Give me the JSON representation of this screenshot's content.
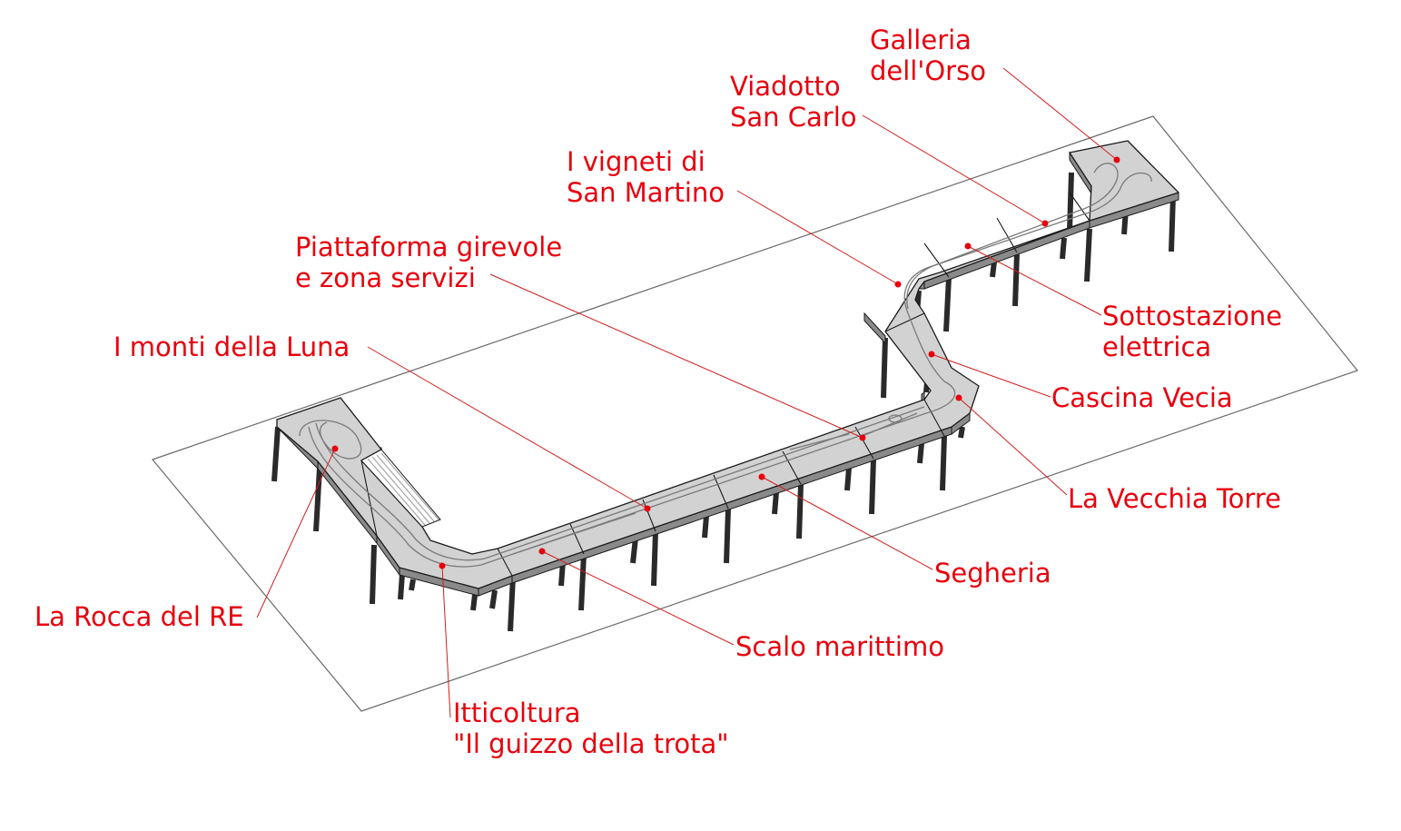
{
  "labels": {
    "galleria": [
      "Galleria",
      "dell'Orso"
    ],
    "viadotto": [
      "Viadotto",
      "San Carlo"
    ],
    "vigneti": [
      "I vigneti di",
      "San Martino"
    ],
    "piattaforma": [
      "Piattaforma girevole",
      "e zona servizi"
    ],
    "monti": [
      "I monti della Luna"
    ],
    "sottostazione": [
      "Sottostazione",
      "elettrica"
    ],
    "cascina": [
      "Cascina Vecia"
    ],
    "torre": [
      "La Vecchia Torre"
    ],
    "segheria": [
      "Segheria"
    ],
    "rocca": [
      "La Rocca del RE"
    ],
    "scalo": [
      "Scalo marittimo"
    ],
    "itticoltura": [
      "Itticoltura",
      "\"Il guizzo della trota\""
    ]
  },
  "colors": {
    "label": "#e8000d",
    "leader": "#d21e1e",
    "deck_top": "#d2d2d2",
    "deck_side": "#8a8a8a",
    "legs": "#2a2a2a",
    "outline": "#1a1a1a"
  }
}
